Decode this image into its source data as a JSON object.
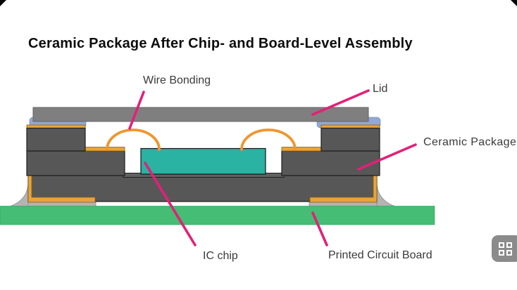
{
  "title": "Ceramic Package After Chip- and Board-Level Assembly",
  "labels": {
    "wire_bonding": "Wire Bonding",
    "lid": "Lid",
    "ceramic_package": "Ceramic Package",
    "ic_chip": "IC chip",
    "pcb": "Printed Circuit Board"
  },
  "colors": {
    "ceramic_dark": "#575757",
    "lid_gray": "#7f7f7f",
    "gold": "#e8a33a",
    "wire_orange": "#f0962d",
    "chip_teal": "#2ab2a2",
    "pcb_green": "#45bd74",
    "seal_blue": "#93a8d3",
    "solder_gray": "#b4b4b4",
    "leader_pink": "#e32077",
    "label_text": "#3a3a3a",
    "title_text": "#0d0d0d",
    "icon_bg": "#8b8b8b"
  },
  "icons": {
    "bottom_right": "grid-menu"
  }
}
